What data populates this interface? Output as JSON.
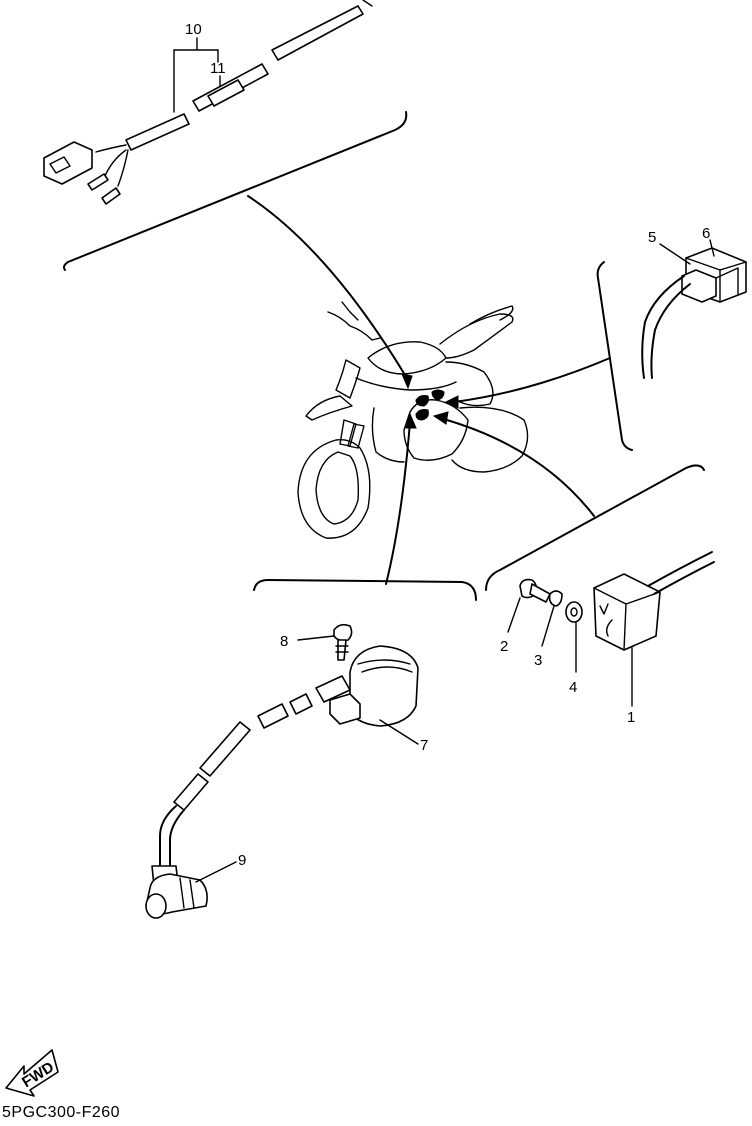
{
  "diagram": {
    "callouts": [
      "1",
      "2",
      "3",
      "4",
      "5",
      "6",
      "7",
      "8",
      "9",
      "10",
      "11"
    ],
    "fwd_label": "FWD",
    "drawing_code": "5PGC300-F260"
  }
}
